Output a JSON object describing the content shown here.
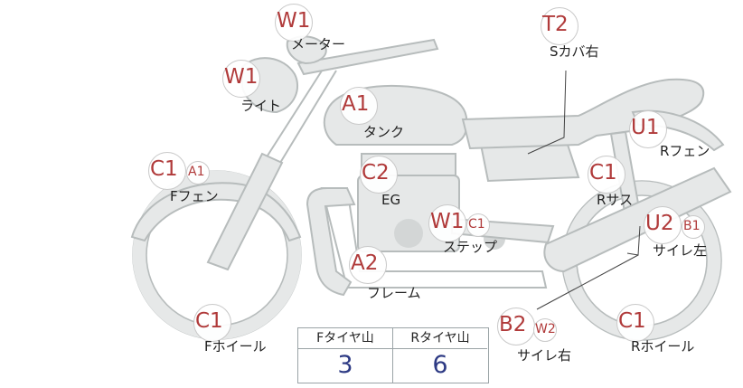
{
  "diagram": {
    "markers": [
      {
        "id": "meter",
        "codes": [
          {
            "text": "W1",
            "size": "large"
          }
        ],
        "label": "メーター"
      },
      {
        "id": "light",
        "codes": [
          {
            "text": "W1",
            "size": "large"
          }
        ],
        "label": "ライト"
      },
      {
        "id": "tank",
        "codes": [
          {
            "text": "A1",
            "size": "large"
          }
        ],
        "label": "タンク"
      },
      {
        "id": "seat-cover-right",
        "codes": [
          {
            "text": "T2",
            "size": "large"
          }
        ],
        "label": "Sカバ右"
      },
      {
        "id": "rear-fender",
        "codes": [
          {
            "text": "U1",
            "size": "large"
          }
        ],
        "label": "Rフェン"
      },
      {
        "id": "front-fender",
        "codes": [
          {
            "text": "C1",
            "size": "large"
          },
          {
            "text": "A1",
            "size": "small"
          }
        ],
        "label": "Fフェン"
      },
      {
        "id": "engine",
        "codes": [
          {
            "text": "C2",
            "size": "large"
          }
        ],
        "label": "EG"
      },
      {
        "id": "rear-suspension",
        "codes": [
          {
            "text": "C1",
            "size": "large"
          }
        ],
        "label": "Rサス"
      },
      {
        "id": "step",
        "codes": [
          {
            "text": "W1",
            "size": "large"
          },
          {
            "text": "C1",
            "size": "small"
          }
        ],
        "label": "ステップ"
      },
      {
        "id": "muffler-left",
        "codes": [
          {
            "text": "U2",
            "size": "large"
          },
          {
            "text": "B1",
            "size": "small"
          }
        ],
        "label": "サイレ左"
      },
      {
        "id": "frame",
        "codes": [
          {
            "text": "A2",
            "size": "large"
          }
        ],
        "label": "フレーム"
      },
      {
        "id": "muffler-right",
        "codes": [
          {
            "text": "B2",
            "size": "large"
          },
          {
            "text": "W2",
            "size": "small"
          }
        ],
        "label": "サイレ右"
      },
      {
        "id": "front-wheel",
        "codes": [
          {
            "text": "C1",
            "size": "large"
          }
        ],
        "label": "Fホイール"
      },
      {
        "id": "rear-wheel",
        "codes": [
          {
            "text": "C1",
            "size": "large"
          }
        ],
        "label": "Rホイール"
      }
    ]
  },
  "tread_table": {
    "front_header": "Fタイヤ山",
    "rear_header": "Rタイヤ山",
    "front_value": "3",
    "rear_value": "6"
  },
  "colors": {
    "grade_code": "#b03a3a",
    "tread_value": "#2d3a84",
    "bike_fill": "#e6e8e8",
    "bike_stroke": "#b7bcbc"
  }
}
